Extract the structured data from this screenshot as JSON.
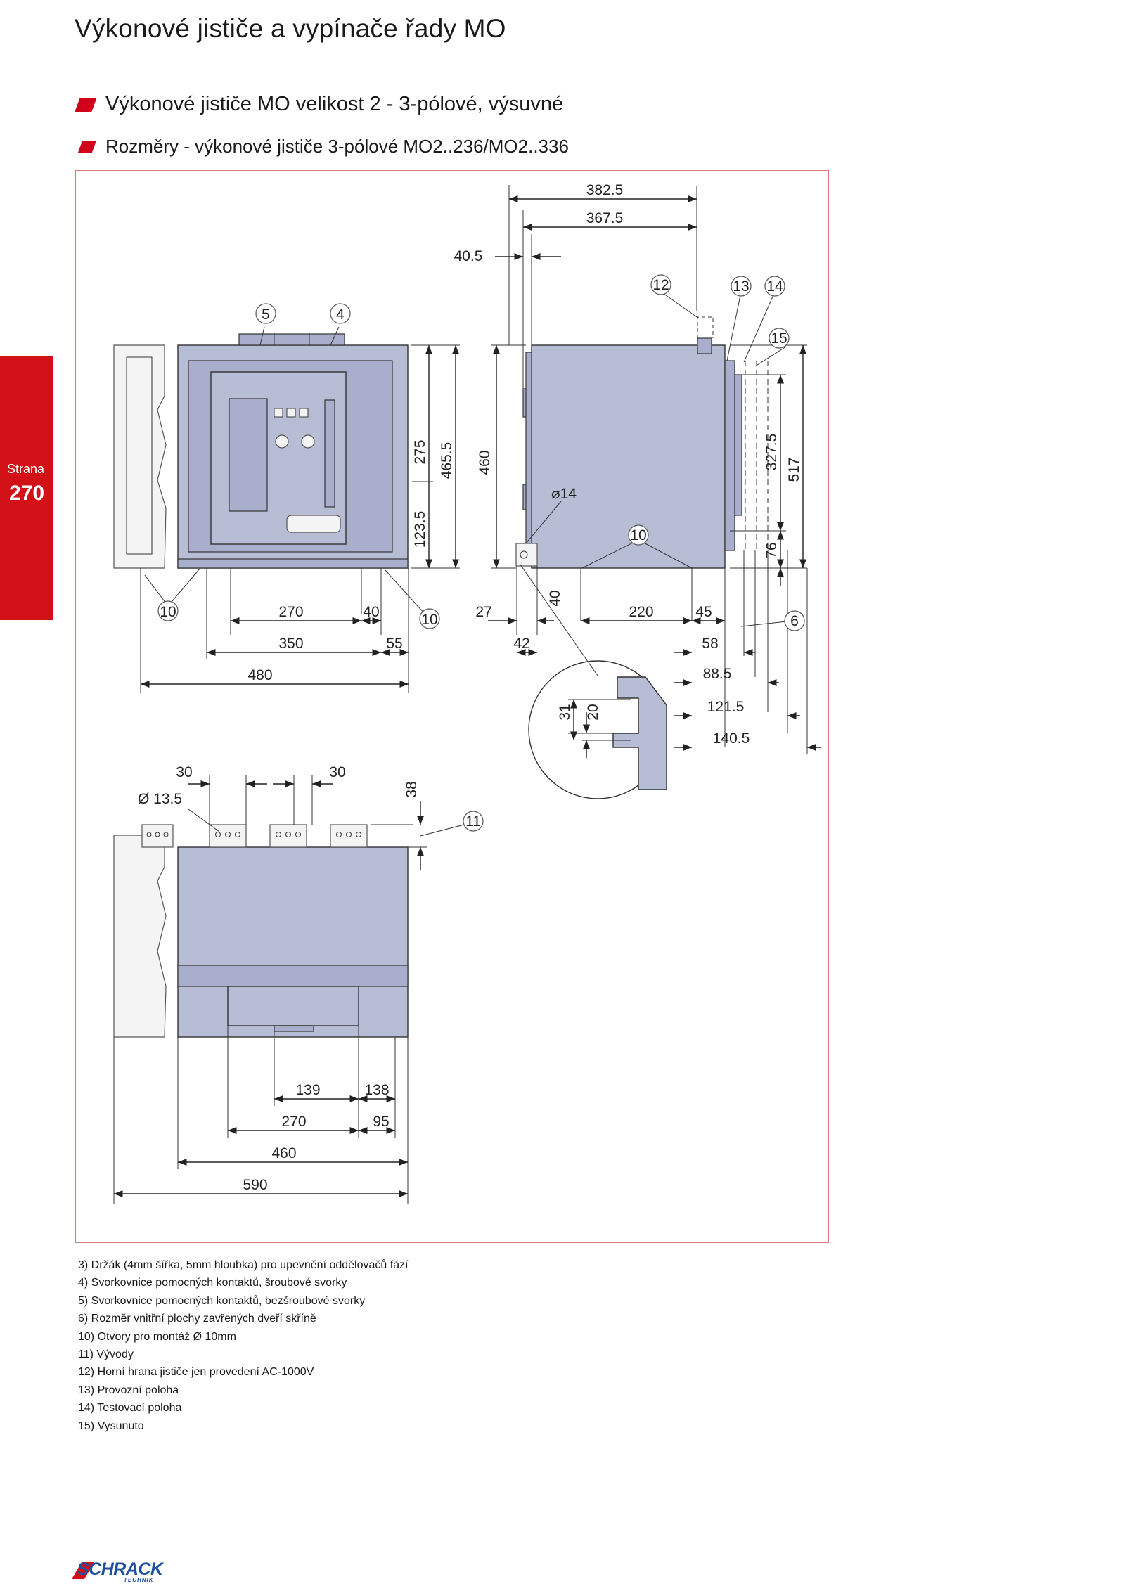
{
  "page": {
    "title": "Výkonové jističe a vypínače řady MO",
    "section_title": "Výkonové jističe MO velikost 2 - 3-pólové, výsuvné",
    "subsection_title": "Rozměry - výkonové jističe 3-pólové  MO2..236/MO2..336",
    "side_tab": {
      "label": "Strana",
      "page_number": "270"
    },
    "accent_color": "#d21018"
  },
  "drawing": {
    "front_view": {
      "callouts": [
        "5",
        "4",
        "10",
        "10"
      ],
      "dims": [
        "275",
        "465.5",
        "123.5",
        "270",
        "40",
        "350",
        "55",
        "480"
      ]
    },
    "side_view": {
      "callouts": [
        "12",
        "13",
        "14",
        "15",
        "10",
        "6"
      ],
      "dims": [
        "382.5",
        "367.5",
        "40.5",
        "460",
        "⌀14",
        "327.5",
        "517",
        "76",
        "27",
        "40",
        "42",
        "220",
        "45",
        "58",
        "88.5",
        "121.5",
        "140.5"
      ]
    },
    "detail_view": {
      "dims": [
        "31",
        "20"
      ]
    },
    "top_view": {
      "callouts": [
        "11"
      ],
      "dims": [
        "30",
        "30",
        "Ø 13.5",
        "38",
        "139",
        "138",
        "270",
        "95",
        "460",
        "590"
      ]
    }
  },
  "notes": [
    "3) Držák (4mm šířka, 5mm hloubka) pro upevnění oddělovačů fází",
    "4) Svorkovnice pomocných kontaktů, šroubové svorky",
    "5) Svorkovnice pomocných kontaktů, bezšroubové svorky",
    "6) Rozměr vnitřní plochy zavřených dveří skříně",
    "10) Otvory pro montáž Ø 10mm",
    "11) Vývody",
    "12) Horní hrana jističe jen provedení AC-1000V",
    "13) Provozní poloha",
    "14) Testovací poloha",
    "15) Vysunuto"
  ],
  "logo": {
    "name": "SCHRACK",
    "sub": "TECHNIK"
  }
}
